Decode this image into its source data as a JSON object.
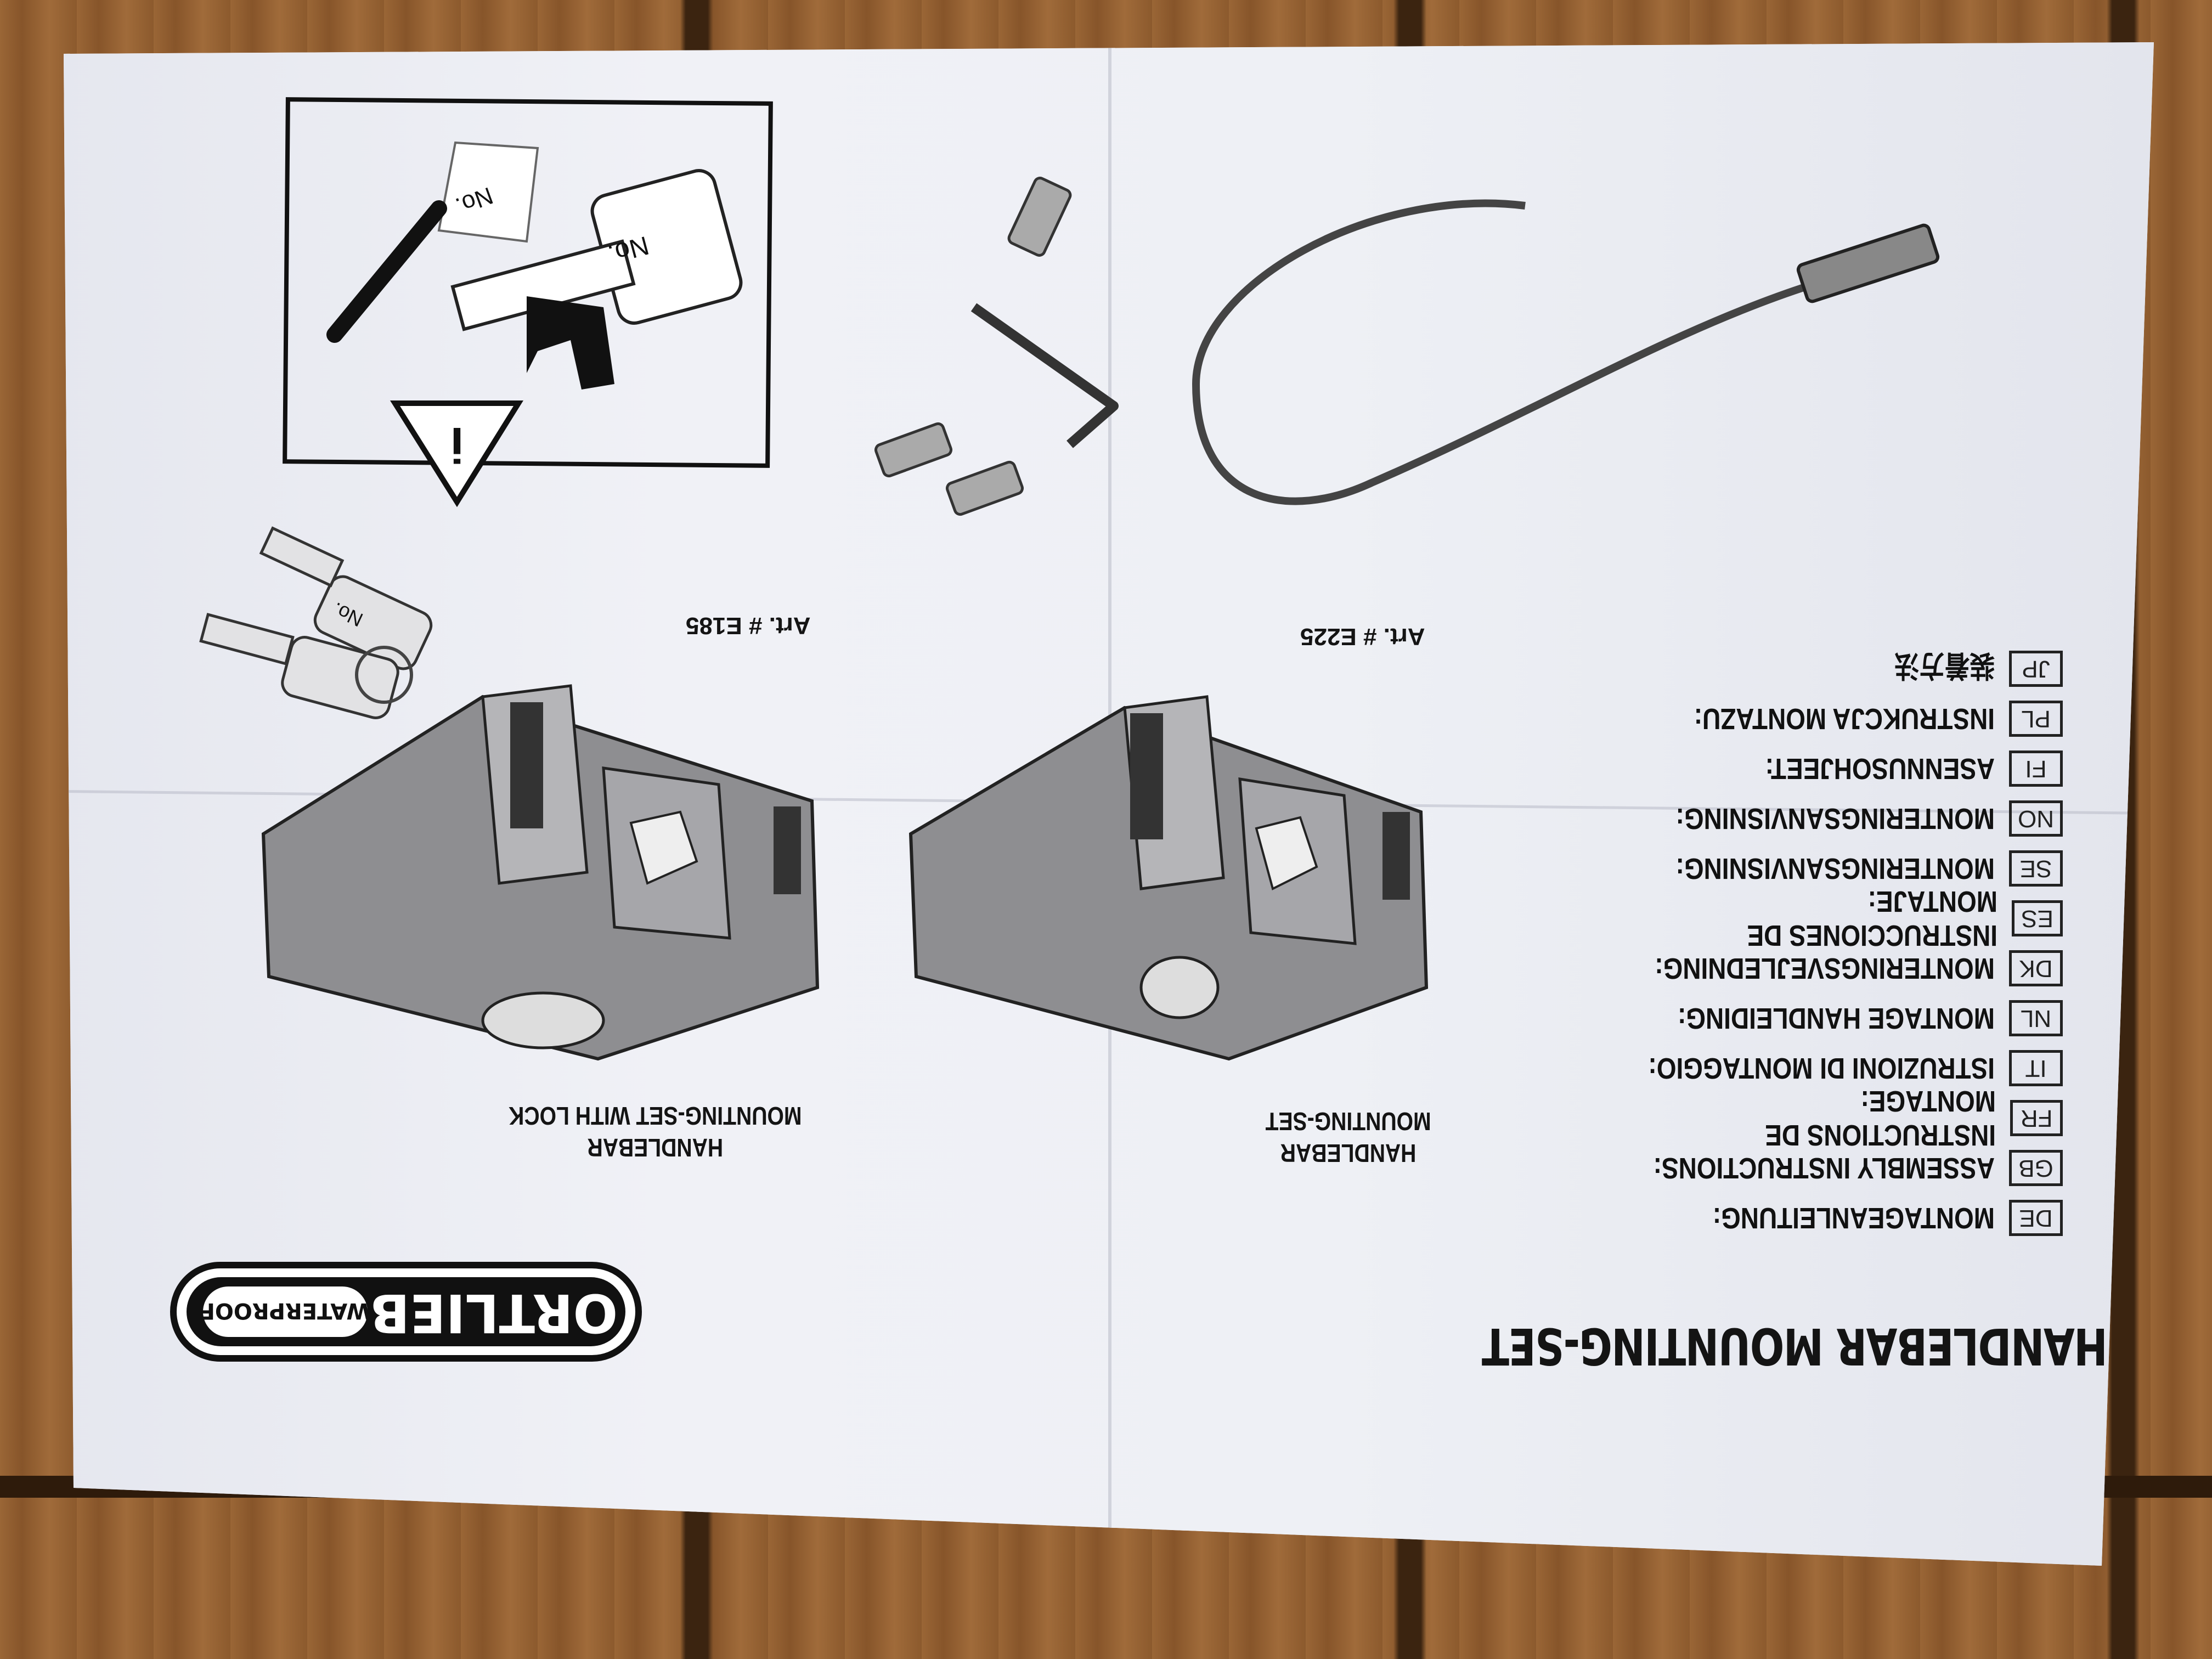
{
  "document": {
    "title": "HANDLEBAR MOUNTING-SET",
    "languages": [
      {
        "code": "JP",
        "text": "装着方法"
      },
      {
        "code": "PL",
        "text": "INSTRUKCJA MONTAZU:"
      },
      {
        "code": "FI",
        "text": "ASENNUSOHJEET:"
      },
      {
        "code": "NO",
        "text": "MONTERINGSANVISNING:"
      },
      {
        "code": "SE",
        "text": "MONTERINGSANVISNING:"
      },
      {
        "code": "ES",
        "text": "INSTRUCCIONES DE MONTAJE:"
      },
      {
        "code": "DK",
        "text": "MONTERINGSVEJLEDNING:"
      },
      {
        "code": "NL",
        "text": "MONTAGE HANDLEIDING:"
      },
      {
        "code": "IT",
        "text": "ISTRUZIONI DI MONTAGGIO:"
      },
      {
        "code": "FR",
        "text": "INSTRUCTIONS DE MONTAGE:"
      },
      {
        "code": "GB",
        "text": "ASSEMBLY INSTRUCTIONS:"
      },
      {
        "code": "DE",
        "text": "MONTAGEANLEITUNG:"
      }
    ],
    "products": [
      {
        "art": "Art. # E225",
        "line1": "HANDLEBAR",
        "line2": "MOUNTING-SET"
      },
      {
        "art": "Art. # E185",
        "line1": "HANDLEBAR",
        "line2": "MOUNTING-SET WITH LOCK"
      }
    ],
    "logo": {
      "brand": "ORTLIEB",
      "tag": "WATERPROOF"
    },
    "warning_box": {
      "key_label": "No.",
      "note_label": "No."
    },
    "keys_label": "No."
  }
}
